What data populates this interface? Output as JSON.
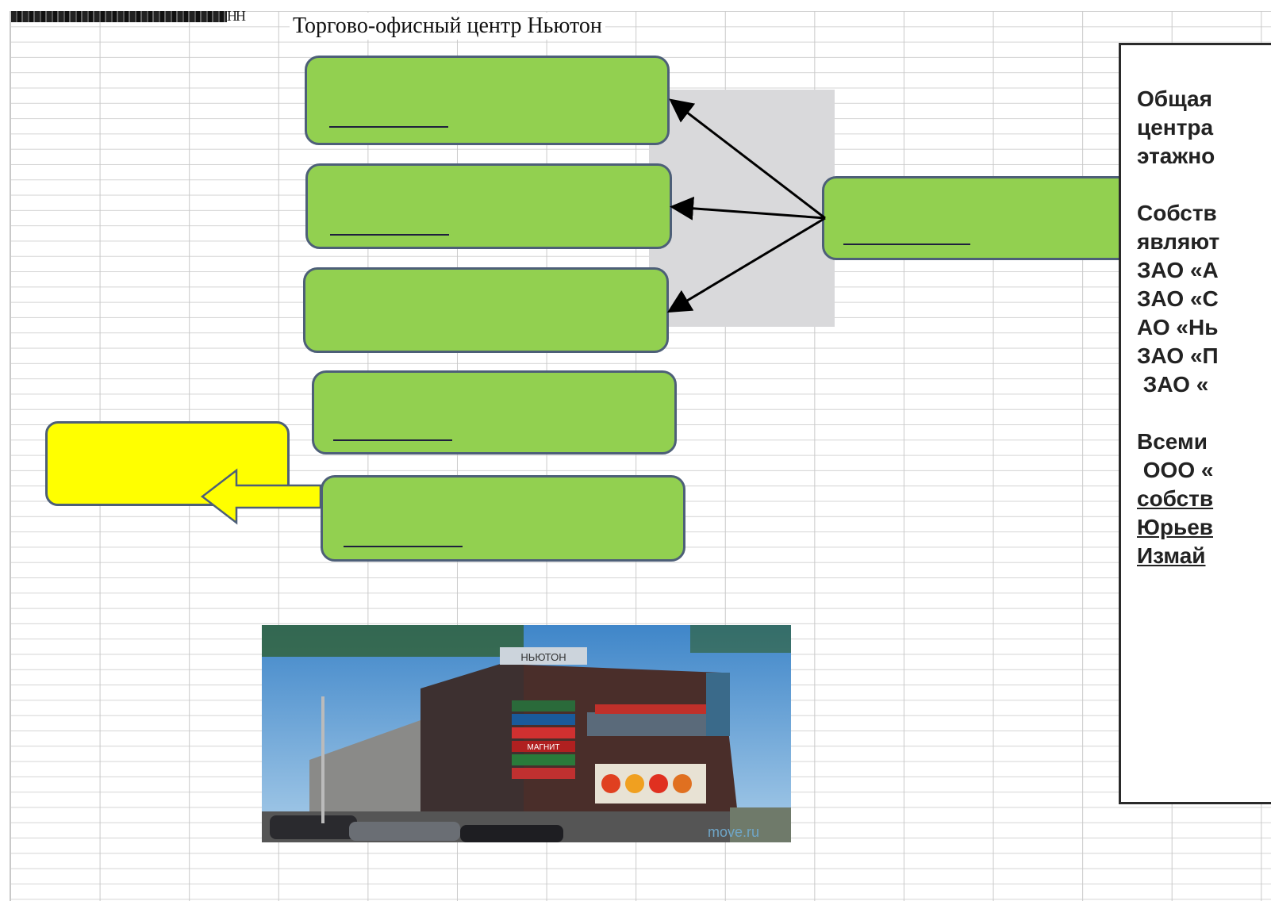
{
  "header": {
    "title": "Торгово-офисный центр Ньютон",
    "smudge_tail": "НН"
  },
  "colors": {
    "green_box": "#92d050",
    "yellow_box": "#ffff00",
    "box_border": "#4d5f78",
    "panel_gray": "#d9d9db"
  },
  "info_panel": {
    "lines": [
      {
        "text": "Общая",
        "underline": false
      },
      {
        "text": "центра",
        "underline": false
      },
      {
        "text": "этажно",
        "underline": false
      },
      {
        "text": "",
        "underline": false
      },
      {
        "text": "Собств",
        "underline": false
      },
      {
        "text": "являют",
        "underline": false
      },
      {
        "text": "ЗАО «А",
        "underline": false
      },
      {
        "text": "ЗАО «С",
        "underline": false
      },
      {
        "text": "АО «Нь",
        "underline": false
      },
      {
        "text": "ЗАО «П",
        "underline": false
      },
      {
        "text": " ЗАО «",
        "underline": false
      },
      {
        "text": "",
        "underline": false
      },
      {
        "text": "Всеми",
        "underline": false
      },
      {
        "text": " ООО «",
        "underline": false
      },
      {
        "text": "собств",
        "underline": true
      },
      {
        "text": "Юрьев",
        "underline": true
      },
      {
        "text": "Измай",
        "underline": true
      }
    ]
  },
  "photo": {
    "caption": "move.ru",
    "sign_main": "НЬЮТОН",
    "sign_store": "МАГНИТ"
  }
}
